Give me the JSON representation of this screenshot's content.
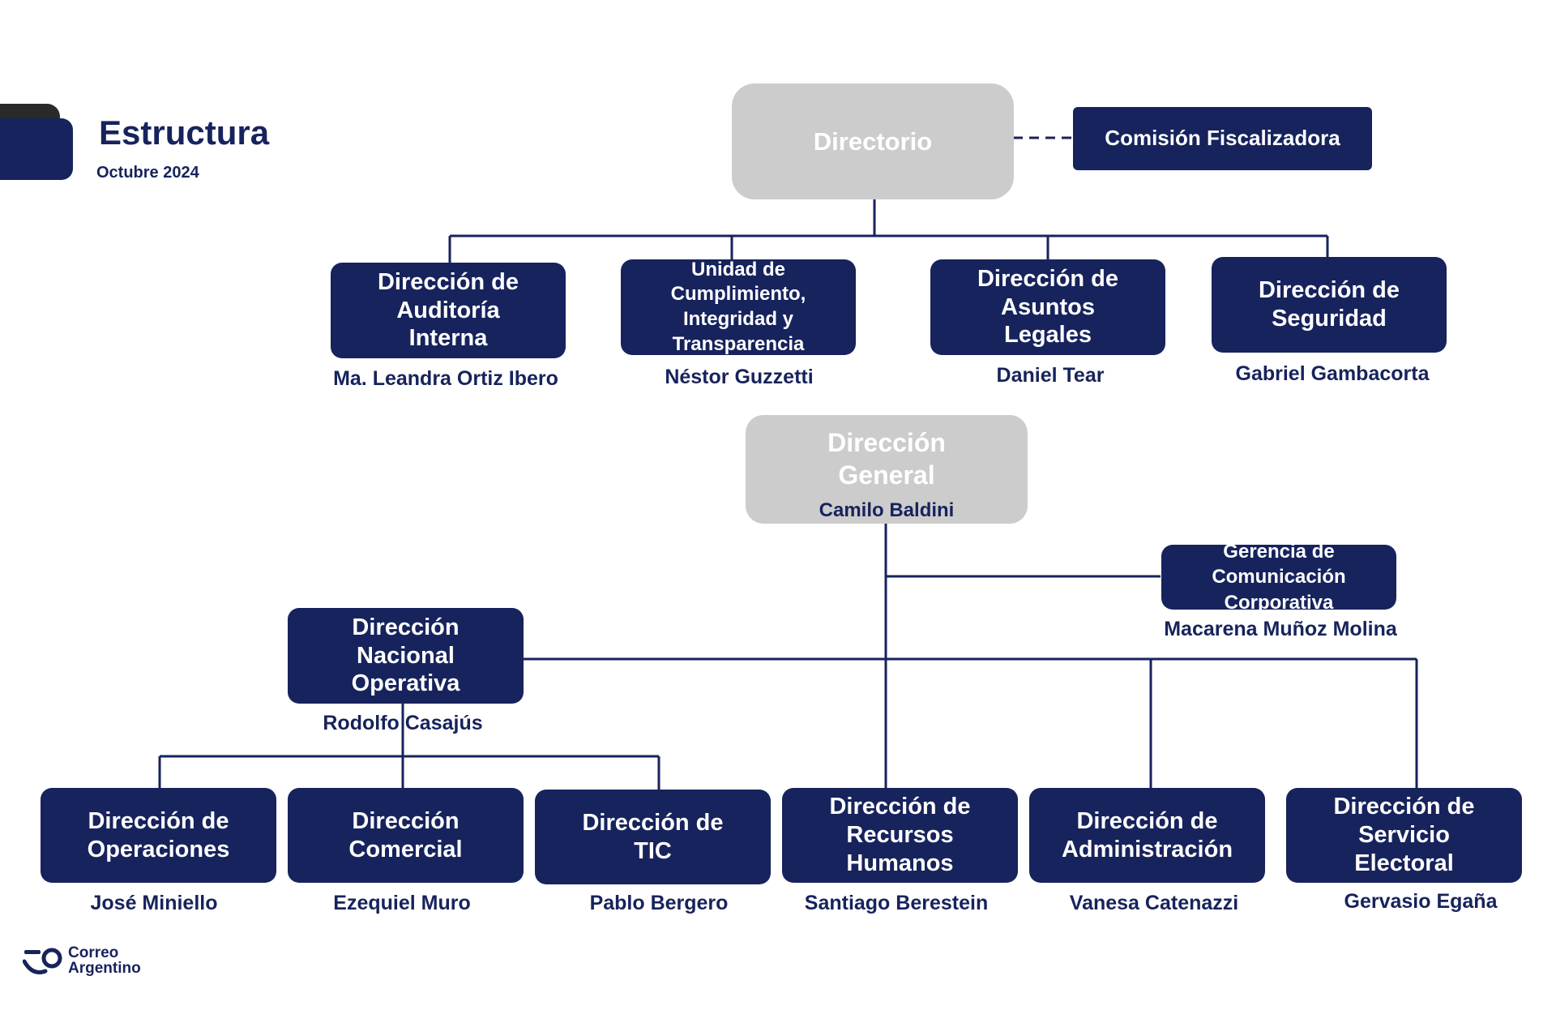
{
  "header": {
    "title": "Estructura",
    "date": "Octubre 2024"
  },
  "top": {
    "directorio": "Directorio",
    "comision": "Comisión Fiscalizadora"
  },
  "board_units": [
    {
      "label": "Dirección de\nAuditoría\nInterna",
      "name": "Ma. Leandra Ortiz Ibero"
    },
    {
      "label": "Unidad de\nCumplimiento,\nIntegridad y\nTransparencia",
      "name": "Néstor Guzzetti"
    },
    {
      "label": "Dirección de\nAsuntos\nLegales",
      "name": "Daniel Tear"
    },
    {
      "label": "Dirección de\nSeguridad",
      "name": "Gabriel Gambacorta"
    }
  ],
  "general": {
    "label": "Dirección\nGeneral",
    "name": "Camilo Baldini"
  },
  "communication": {
    "label": "Gerencia de Comunicación\nCorporativa",
    "name": "Macarena Muñoz Molina"
  },
  "operativa": {
    "label": "Dirección\nNacional\nOperativa",
    "name": "Rodolfo Casajús"
  },
  "bottom_units": [
    {
      "label": "Dirección de\nOperaciones",
      "name": "José Miniello"
    },
    {
      "label": "Dirección\nComercial",
      "name": "Ezequiel Muro"
    },
    {
      "label": "Dirección de\nTIC",
      "name": "Pablo Bergero"
    },
    {
      "label": "Dirección de\nRecursos\nHumanos",
      "name": "Santiago Berestein"
    },
    {
      "label": "Dirección de\nAdministración",
      "name": "Vanesa Catenazzi"
    },
    {
      "label": "Dirección de\nServicio\nElectoral",
      "name": "Gervasio Egaña"
    }
  ],
  "logo": {
    "line1": "Correo",
    "line2": "Argentino"
  },
  "colors": {
    "navy": "#17235c",
    "gray_box": "#cccccc",
    "background": "#ffffff"
  }
}
